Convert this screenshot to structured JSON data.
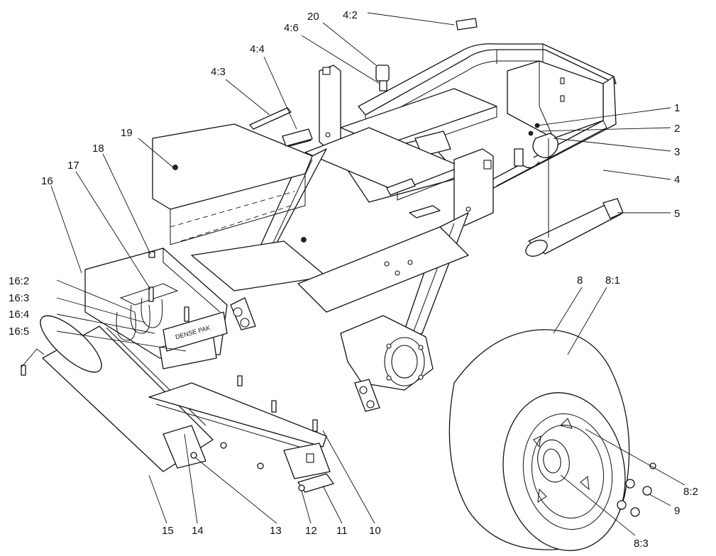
{
  "figure": {
    "callouts": [
      {
        "id": "c-4-2",
        "label": "4:2"
      },
      {
        "id": "c-20",
        "label": "20"
      },
      {
        "id": "c-4-6",
        "label": "4:6"
      },
      {
        "id": "c-4-4",
        "label": "4:4"
      },
      {
        "id": "c-4-3",
        "label": "4:3"
      },
      {
        "id": "c-19",
        "label": "19"
      },
      {
        "id": "c-18",
        "label": "18"
      },
      {
        "id": "c-17",
        "label": "17"
      },
      {
        "id": "c-16",
        "label": "16"
      },
      {
        "id": "c-16-2",
        "label": "16:2"
      },
      {
        "id": "c-16-3",
        "label": "16:3"
      },
      {
        "id": "c-16-4",
        "label": "16:4"
      },
      {
        "id": "c-16-5",
        "label": "16:5"
      },
      {
        "id": "c-1",
        "label": "1"
      },
      {
        "id": "c-2",
        "label": "2"
      },
      {
        "id": "c-3",
        "label": "3"
      },
      {
        "id": "c-4",
        "label": "4"
      },
      {
        "id": "c-5",
        "label": "5"
      },
      {
        "id": "c-8",
        "label": "8"
      },
      {
        "id": "c-8-1",
        "label": "8:1"
      },
      {
        "id": "c-8-2",
        "label": "8:2"
      },
      {
        "id": "c-9",
        "label": "9"
      },
      {
        "id": "c-8-3",
        "label": "8:3"
      },
      {
        "id": "c-10",
        "label": "10"
      },
      {
        "id": "c-11",
        "label": "11"
      },
      {
        "id": "c-12",
        "label": "12"
      },
      {
        "id": "c-13",
        "label": "13"
      },
      {
        "id": "c-14",
        "label": "14"
      },
      {
        "id": "c-15",
        "label": "15"
      }
    ],
    "embossed_text": "DENSE PAK"
  }
}
